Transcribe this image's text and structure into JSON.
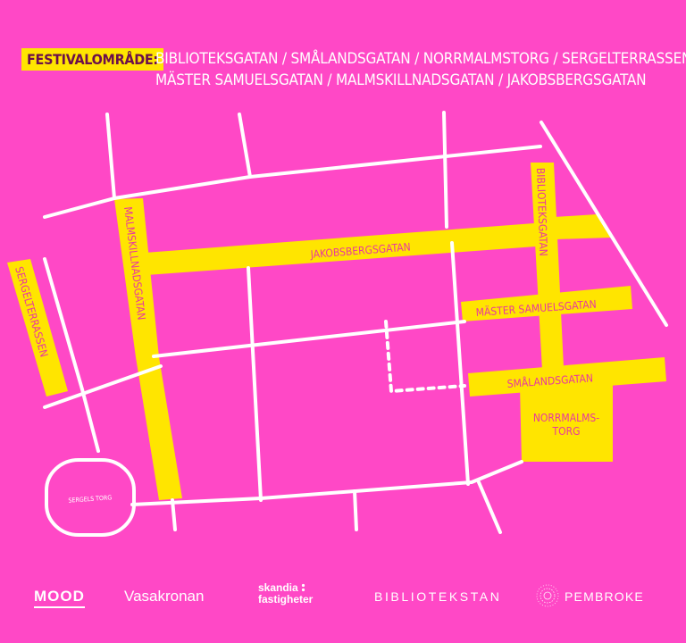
{
  "header": {
    "label": "FESTIVALOMRÅDE:",
    "line1": "BIBLIOTEKSGATAN / SMÅLANDSGATAN / NORRMALMSTORG / SERGELTERRASSEN",
    "line2": "MÄSTER SAMUELSGATAN / MALMSKILLNADSGATAN / JAKOBSBERGSGATAN"
  },
  "streets": {
    "jakobsbergsgatan": "JAKOBSBERGSGATAN",
    "malmskillnadsgatan": "MALMSKILLNADSGATAN",
    "biblioteksgatan": "BIBLIOTEKSGATAN",
    "master_samuelsgatan": "MÄSTER SAMUELSGATAN",
    "smalandsgatan": "SMÅLANDSGATAN",
    "norrmalmstorg_line1": "NORRMALMS-",
    "norrmalmstorg_line2": "TORG",
    "sergelterrassen": "SERGELTERRASSEN",
    "sergels_torg": "SERGELS TORG"
  },
  "sponsors": {
    "mood": "MOOD",
    "vasakronan": "Vasakronan",
    "skandia_line1": "skandia",
    "skandia_line2": "fastigheter",
    "bibliotekstan": "BIBLIOTEKSTAN",
    "pembroke": "PEMBROKE"
  },
  "colors": {
    "background": "#ff48c6",
    "festival_area": "#ffe500",
    "street_lines": "#ffffff",
    "street_label_text": "#e8389f",
    "header_label_text": "#6b0f4b"
  }
}
